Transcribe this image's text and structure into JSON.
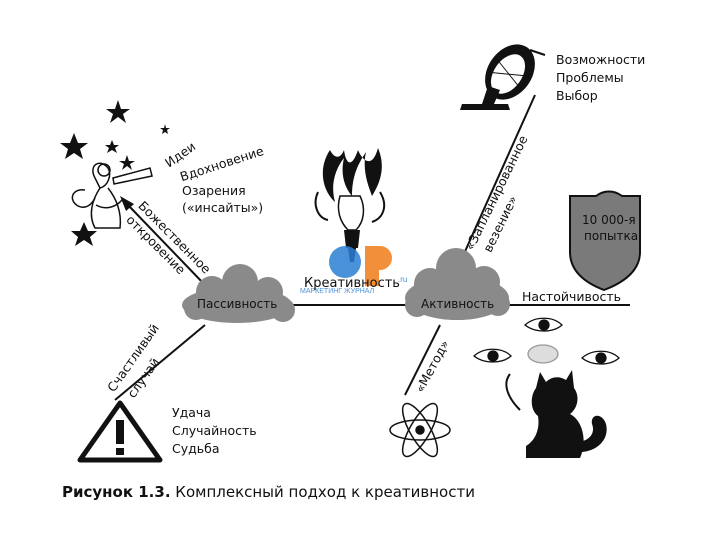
{
  "center_label": "Креативность",
  "passive": {
    "cloud_label": "Пассивность",
    "insight_items": [
      "Идеи",
      "Вдохновение",
      "Озарения",
      "(«инсайты»)"
    ],
    "divine_branch": [
      "Божественное",
      "откровение"
    ],
    "chance_branch": [
      "Счастливый",
      "случай"
    ],
    "luck_items": [
      "Удача",
      "Случайность",
      "Судьба"
    ]
  },
  "active": {
    "cloud_label": "Активность",
    "persistence_label": "Настойчивость",
    "planned_branch": [
      "«Запланированное",
      "везение»"
    ],
    "opportunity_items": [
      "Возможности",
      "Проблемы",
      "Выбор"
    ],
    "method_label": "«Метод»",
    "shield_text": [
      "10 000-я",
      "попытка"
    ]
  },
  "caption": {
    "figure": "Рисунок 1.3.",
    "text": "Комплексный подход к креативности"
  },
  "icons": [
    "star-icon",
    "angel-icon",
    "lightbulb-icon",
    "satellite-dish-icon",
    "shield-icon",
    "eye-icon",
    "atom-icon",
    "cat-icon",
    "warning-triangle-icon",
    "watermark-logo"
  ],
  "colors": {
    "ink": "#111111",
    "cloud": "#8a8a8a",
    "shield": "#7a7a7a",
    "watermark_blue": "#2a7fd4",
    "watermark_orange": "#f07c1a"
  }
}
